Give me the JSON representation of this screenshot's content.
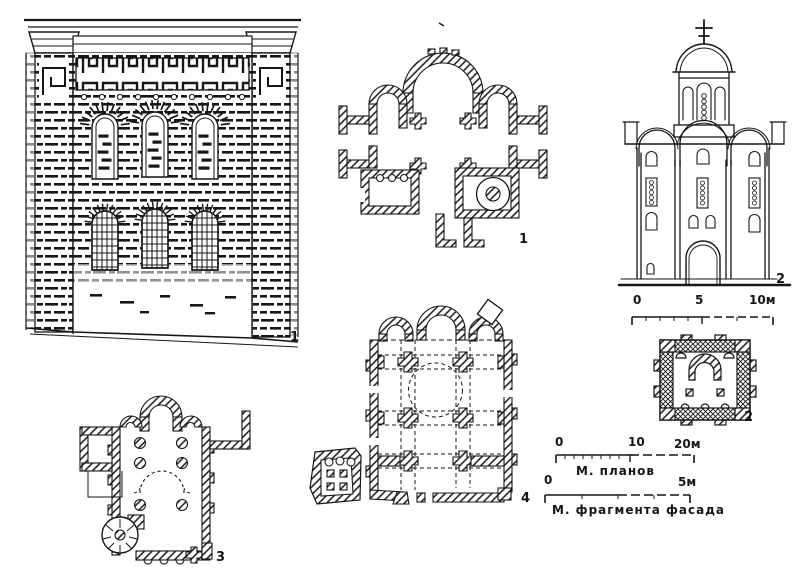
{
  "colors": {
    "ink": "#161616",
    "paper": "#ffffff"
  },
  "figures": {
    "facade_fragment": {
      "label": "1"
    },
    "plan_main": {
      "label": "1"
    },
    "elevation": {
      "label": "2"
    },
    "plan_small": {
      "label": "2"
    },
    "plan_three": {
      "label": "3"
    },
    "plan_four": {
      "label": "4"
    }
  },
  "scales": {
    "elevation": {
      "t0": "0",
      "t1": "5",
      "t2": "10м"
    },
    "plans": {
      "t0": "0",
      "t1": "10",
      "t2": "20м",
      "caption": "М. планов"
    },
    "facade": {
      "t0": "0",
      "t1": "5м",
      "caption": "М. фрагмента фасада"
    }
  }
}
